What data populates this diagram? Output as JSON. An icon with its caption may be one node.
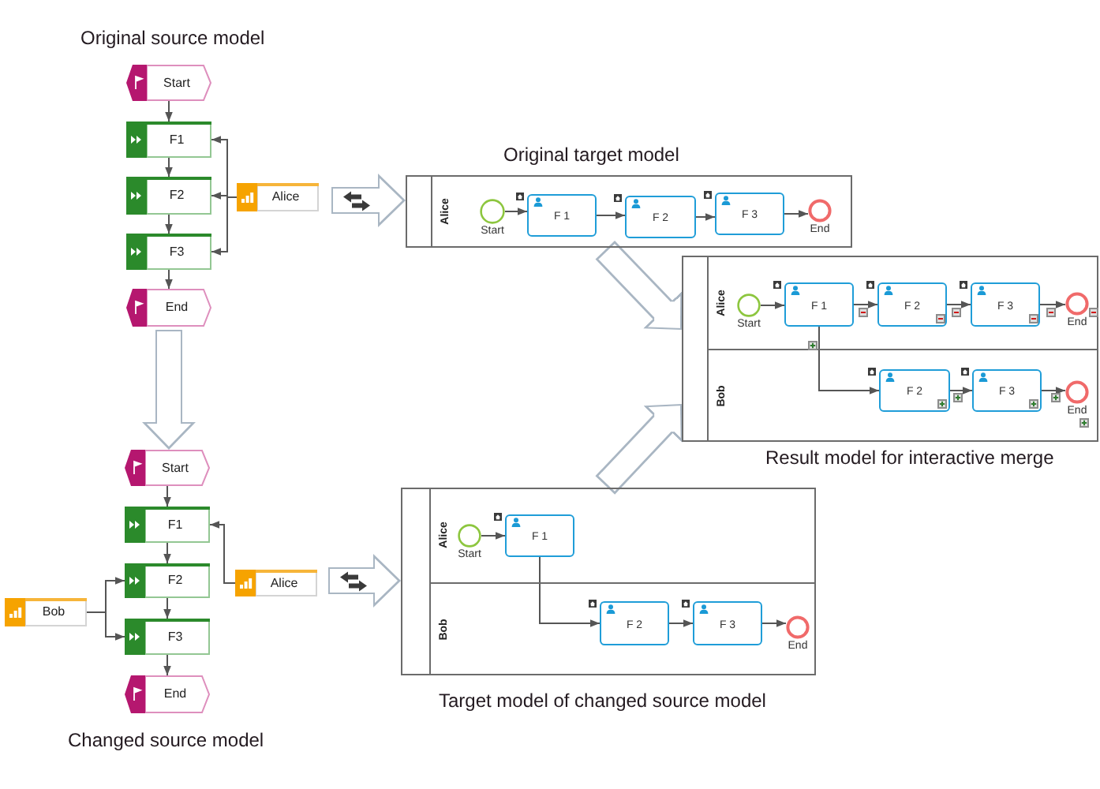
{
  "diagram": {
    "nodes": [
      {
        "text": [
          "Start"
        ]
      },
      {
        "text": [
          "F1"
        ]
      },
      {
        "text": [
          "F2"
        ]
      },
      {
        "text": [
          "F3"
        ]
      },
      {
        "text": [
          "End"
        ]
      },
      {
        "text": [
          "Alice"
        ]
      },
      {
        "text": [],
        "shape": "box",
        "beside": [
          "Original target model"
        ]
      },
      {
        "text": [
          "Alice"
        ],
        "in": 6
      },
      {
        "text": [
          "Start"
        ],
        "in": 7
      },
      {
        "text": [
          "F 1"
        ],
        "in": 7
      },
      {
        "text": [
          "F 2"
        ],
        "in": 7
      },
      {
        "text": [
          "F 3"
        ],
        "in": 7
      },
      {
        "text": [
          "End"
        ],
        "in": 7
      },
      {
        "text": [],
        "shape": "box",
        "beside": [
          "Result model for interactive merge"
        ]
      },
      {
        "text": [
          "Alice"
        ],
        "in": 13
      },
      {
        "text": [
          "Start"
        ],
        "in": 14
      },
      {
        "text": [
          "F 1"
        ],
        "in": 14
      },
      {
        "text": [
          "F 2"
        ],
        "in": 14
      },
      {
        "text": [
          "F 3"
        ],
        "in": 14
      },
      {
        "text": [
          "End"
        ],
        "in": 14
      },
      {
        "text": [
          "Bob"
        ],
        "in": 13
      },
      {
        "text": [
          "F 2"
        ],
        "in": 20
      },
      {
        "text": [
          "F 3"
        ],
        "in": 20
      },
      {
        "text": [
          "End"
        ],
        "in": 20
      },
      {
        "text": [
          "Start"
        ]
      },
      {
        "text": [
          "F1"
        ]
      },
      {
        "text": [
          "F2"
        ]
      },
      {
        "text": [
          "F3"
        ]
      },
      {
        "text": [
          "End"
        ]
      },
      {
        "text": [
          "Alice"
        ]
      },
      {
        "text": [
          "Bob"
        ]
      },
      {
        "text": [],
        "shape": "box",
        "beside": [
          "Target model of changed source model"
        ]
      },
      {
        "text": [
          "Alice"
        ],
        "in": 31
      },
      {
        "text": [
          "Start"
        ],
        "in": 32
      },
      {
        "text": [
          "F 1"
        ],
        "in": 32
      },
      {
        "text": [
          "Bob"
        ],
        "in": 31
      },
      {
        "text": [
          "F 2"
        ],
        "in": 35
      },
      {
        "text": [
          "F 3"
        ],
        "in": 35
      },
      {
        "text": [
          "End"
        ],
        "in": 35
      }
    ],
    "edges": [
      {
        "from": 0,
        "to": 1,
        "arrow": "to"
      },
      {
        "from": 1,
        "to": 2,
        "arrow": "to"
      },
      {
        "from": 2,
        "to": 3,
        "arrow": "to"
      },
      {
        "from": 3,
        "to": 4,
        "arrow": "to"
      },
      {
        "from": 5,
        "to": 1,
        "arrow": "to"
      },
      {
        "from": 5,
        "to": 2,
        "arrow": "to"
      },
      {
        "from": 5,
        "to": 3,
        "arrow": "to"
      },
      {
        "from": 5,
        "to": 6,
        "arrow": "to",
        "style": "thick",
        "color": "#a9b6c3"
      },
      {
        "from": 8,
        "to": 9,
        "arrow": "to"
      },
      {
        "from": 9,
        "to": 10,
        "arrow": "to"
      },
      {
        "from": 10,
        "to": 11,
        "arrow": "to"
      },
      {
        "from": 11,
        "to": 12,
        "arrow": "to"
      },
      {
        "from": 6,
        "to": 13,
        "arrow": "to",
        "style": "thick",
        "color": "#a9b6c3"
      },
      {
        "from": 15,
        "to": 16,
        "arrow": "to"
      },
      {
        "from": 16,
        "to": 17,
        "arrow": "to"
      },
      {
        "from": 17,
        "to": 18,
        "arrow": "to"
      },
      {
        "from": 18,
        "to": 19,
        "arrow": "to"
      },
      {
        "from": 16,
        "to": 21,
        "arrow": "to"
      },
      {
        "from": 21,
        "to": 22,
        "arrow": "to"
      },
      {
        "from": 22,
        "to": 23,
        "arrow": "to"
      },
      {
        "from": 4,
        "to": 24,
        "arrow": "to",
        "style": "thick",
        "color": "#a9b6c3"
      },
      {
        "from": 24,
        "to": 25,
        "arrow": "to"
      },
      {
        "from": 25,
        "to": 26,
        "arrow": "to"
      },
      {
        "from": 26,
        "to": 27,
        "arrow": "to"
      },
      {
        "from": 27,
        "to": 28,
        "arrow": "to"
      },
      {
        "from": 29,
        "to": 25,
        "arrow": "to"
      },
      {
        "from": 30,
        "to": 26,
        "arrow": "to"
      },
      {
        "from": 30,
        "to": 27,
        "arrow": "to"
      },
      {
        "from": 29,
        "to": 31,
        "arrow": "to",
        "style": "thick",
        "color": "#a9b6c3"
      },
      {
        "from": 33,
        "to": 34,
        "arrow": "to"
      },
      {
        "from": 34,
        "to": 36,
        "arrow": "to"
      },
      {
        "from": 36,
        "to": 37,
        "arrow": "to"
      },
      {
        "from": 37,
        "to": 38,
        "arrow": "to"
      },
      {
        "from": 31,
        "to": 13,
        "arrow": "to",
        "style": "thick",
        "color": "#a9b6c3"
      }
    ],
    "labels": [
      "Original source model",
      "Changed source model"
    ]
  }
}
